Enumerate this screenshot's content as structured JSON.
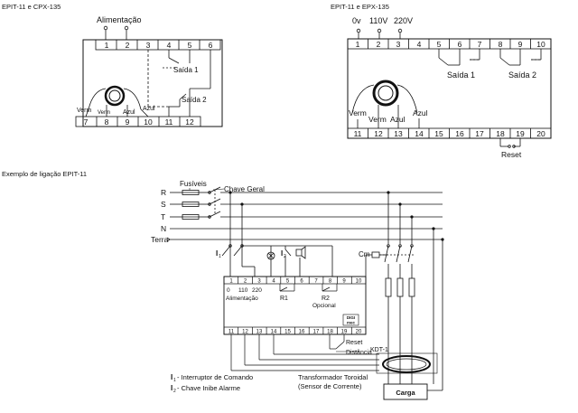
{
  "top_left": {
    "title": "EPIT-11 e CPX-135",
    "power_label": "Alimentação",
    "top_terminals": [
      "1",
      "2",
      "3",
      "4",
      "5",
      "6"
    ],
    "bottom_terminals": [
      "7",
      "8",
      "9",
      "10",
      "11",
      "12"
    ],
    "output1": "Saída 1",
    "output2": "Saída 2",
    "wire_labels": [
      "Verm",
      "Verm",
      "Azul",
      "Azul"
    ]
  },
  "top_right": {
    "title": "EPIT-11 e EPX-135",
    "voltages": [
      "0v",
      "110V",
      "220V"
    ],
    "top_terminals": [
      "1",
      "2",
      "3",
      "4",
      "5",
      "6",
      "7",
      "8",
      "9",
      "10"
    ],
    "bottom_terminals": [
      "11",
      "12",
      "13",
      "14",
      "15",
      "16",
      "17",
      "18",
      "19",
      "20"
    ],
    "output1": "Saída 1",
    "output2": "Saída 2",
    "wire_labels": [
      "Verm",
      "Verm",
      "Azul",
      "Azul"
    ],
    "reset": "Reset"
  },
  "bottom": {
    "title": "Exemplo de ligação EPIT-11",
    "fuses": "Fusíveis",
    "main_switch": "Chave Geral",
    "phases": [
      "R",
      "S",
      "T",
      "N",
      "Terra"
    ],
    "i1": "I",
    "i1_sub": "1",
    "i2": "I",
    "i2_sub": "2",
    "cm": "Cm",
    "top_terminals": [
      "1",
      "2",
      "3",
      "4",
      "5",
      "6",
      "7",
      "8",
      "9",
      "10"
    ],
    "bottom_terminals": [
      "11",
      "12",
      "13",
      "14",
      "15",
      "16",
      "17",
      "18",
      "19",
      "20"
    ],
    "voltages": [
      "0",
      "110",
      "220"
    ],
    "power_label": "Alimentação",
    "r1": "R1",
    "r2": "R2",
    "optional": "Opcional",
    "logo_line1": "DIGI",
    "logo_line2": "mec",
    "reset": "Reset",
    "distance": "Distância",
    "kdt": "KDT-1",
    "legend_i1": "- Interruptor de Comando",
    "legend_i2": "- Chave Inibe Alarme",
    "toroid_line1": "Transformador Toroidal",
    "toroid_line2": "(Sensor de Corrente)",
    "load": "Carga"
  }
}
